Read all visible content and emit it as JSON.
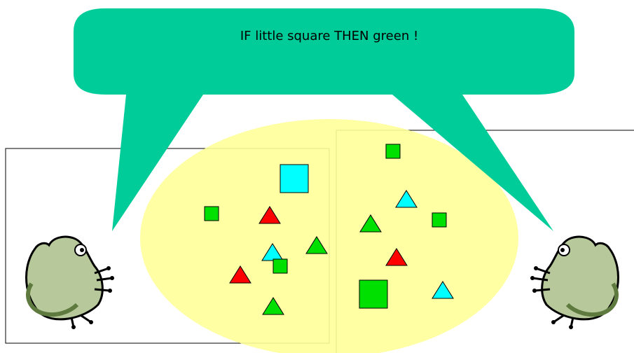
{
  "speech_bubble": {
    "text": "IF little square THEN green !",
    "fill_color": "#00CC99"
  },
  "highlight": {
    "fill_color": "#FFFF99"
  },
  "colors": {
    "green": "#00E000",
    "red": "#FF0000",
    "cyan": "#00FFFF",
    "frog_light": "#B7C99A",
    "frog_dark": "#5F7A3E",
    "outline": "#000000"
  },
  "left_panel": {
    "shapes": [
      {
        "kind": "square",
        "size": "big",
        "color": "cyan"
      },
      {
        "kind": "square",
        "size": "little",
        "color": "green"
      },
      {
        "kind": "triangle",
        "color": "red"
      },
      {
        "kind": "triangle",
        "color": "green"
      },
      {
        "kind": "triangle",
        "color": "cyan"
      },
      {
        "kind": "triangle",
        "color": "red"
      },
      {
        "kind": "square",
        "size": "little",
        "color": "green"
      },
      {
        "kind": "triangle",
        "color": "green"
      }
    ]
  },
  "right_panel": {
    "shapes": [
      {
        "kind": "square",
        "size": "little",
        "color": "green"
      },
      {
        "kind": "triangle",
        "color": "cyan"
      },
      {
        "kind": "triangle",
        "color": "green"
      },
      {
        "kind": "square",
        "size": "little",
        "color": "green"
      },
      {
        "kind": "triangle",
        "color": "red"
      },
      {
        "kind": "square",
        "size": "big",
        "color": "green"
      },
      {
        "kind": "triangle",
        "color": "cyan"
      }
    ]
  },
  "icons": {
    "left_frog": "frog-icon",
    "right_frog": "frog-icon"
  }
}
